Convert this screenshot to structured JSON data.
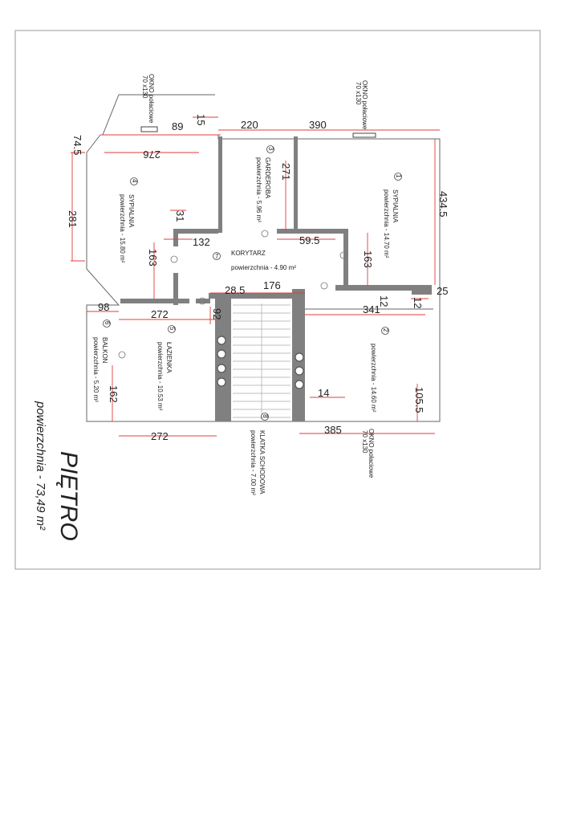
{
  "title": "PIĘTRO",
  "subtitle": "powierzchnia - 73,49 m²",
  "windows": [
    {
      "name": "OKNO połaciowe",
      "size": "70 x130"
    },
    {
      "name": "OKNO połaciowe",
      "size": "70 x130"
    },
    {
      "name": "OKNO połaciowe",
      "size": "70 x130"
    }
  ],
  "rooms": [
    {
      "num": "1",
      "name": "SYPIALNIA",
      "area": "powierzchnia - 14.70 m²"
    },
    {
      "num": "2",
      "name": "",
      "area": "powierzchnia - 14.60 m²"
    },
    {
      "num": "3",
      "name": "GARDEROBA",
      "area": "powierzchnia - 5.96 m²"
    },
    {
      "num": "4",
      "name": "SYPIALNIA",
      "area": "powierzchnia - 15.80 m²"
    },
    {
      "num": "5",
      "name": "ŁAZIENKA",
      "area": "powierzchnia - 10.53 m²"
    },
    {
      "num": "6",
      "name": "BALKON",
      "area": "powierzchnia - 5.20 m²"
    },
    {
      "num": "7",
      "name": "KORYTARZ",
      "area": "powierzchnia - 4.90 m²"
    },
    {
      "num": "8",
      "name": "KLATKA SCHODOWA",
      "area": "powierzchnia - 7.00 m²"
    }
  ],
  "dimensions": {
    "d15": "15",
    "d89": "89",
    "d220": "220",
    "d390": "390",
    "d745": "74.5",
    "d276": "276",
    "d271": "271",
    "d4345": "434.5",
    "d281": "281",
    "d31": "31",
    "d132": "132",
    "d595": "59.5",
    "d163a": "163",
    "d163b": "163",
    "d285": "28.5",
    "d176": "176",
    "d12a": "12",
    "d12b": "12",
    "d25": "25",
    "d98": "98",
    "d272a": "272",
    "d92": "92",
    "d341": "341",
    "d162": "162",
    "d14": "14",
    "d1055": "105.5",
    "d272b": "272",
    "d385": "385"
  },
  "colors": {
    "wall": "#808080",
    "dim": "#e03c3c",
    "line": "#555555"
  }
}
